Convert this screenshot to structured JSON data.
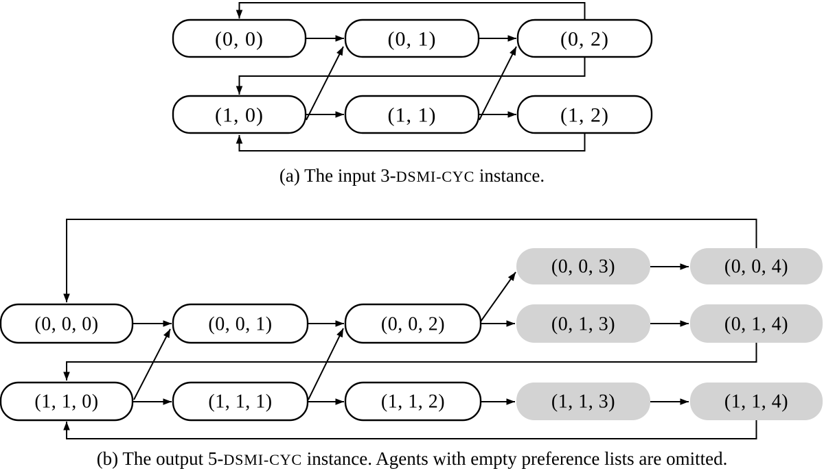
{
  "colors": {
    "background": "#ffffff",
    "node_fill": "#ffffff",
    "node_fill_shaded": "#d3d3d3",
    "node_border": "#000000",
    "edge": "#000000",
    "text": "#000000"
  },
  "captions": {
    "a": {
      "prefix": "(a) The input 3-",
      "smallcaps": "DSMI-CYC",
      "suffix": " instance."
    },
    "b": {
      "prefix": "(b) The output 5-",
      "smallcaps": "DSMI-CYC",
      "suffix": " instance. Agents with empty preference lists are omitted."
    }
  },
  "panel_a": {
    "nodes": [
      {
        "id": "a-0-0",
        "label": "(0, 0)",
        "shaded": false
      },
      {
        "id": "a-0-1",
        "label": "(0, 1)",
        "shaded": false
      },
      {
        "id": "a-0-2",
        "label": "(0, 2)",
        "shaded": false
      },
      {
        "id": "a-1-0",
        "label": "(1, 0)",
        "shaded": false
      },
      {
        "id": "a-1-1",
        "label": "(1, 1)",
        "shaded": false
      },
      {
        "id": "a-1-2",
        "label": "(1, 2)",
        "shaded": false
      }
    ],
    "edges": [
      {
        "from": "(0, 0)",
        "to": "(0, 1)"
      },
      {
        "from": "(0, 1)",
        "to": "(0, 2)"
      },
      {
        "from": "(1, 0)",
        "to": "(1, 1)"
      },
      {
        "from": "(1, 1)",
        "to": "(1, 2)"
      },
      {
        "from": "(1, 0)",
        "to": "(0, 1)"
      },
      {
        "from": "(1, 1)",
        "to": "(0, 2)"
      },
      {
        "from": "(0, 2)",
        "to": "(0, 0)"
      },
      {
        "from": "(0, 2)",
        "to": "(1, 0)"
      },
      {
        "from": "(1, 2)",
        "to": "(1, 0)"
      }
    ]
  },
  "panel_b": {
    "nodes": [
      {
        "id": "b-0-0-0",
        "label": "(0, 0, 0)",
        "shaded": false
      },
      {
        "id": "b-0-0-1",
        "label": "(0, 0, 1)",
        "shaded": false
      },
      {
        "id": "b-0-0-2",
        "label": "(0, 0, 2)",
        "shaded": false
      },
      {
        "id": "b-0-0-3",
        "label": "(0, 0, 3)",
        "shaded": true
      },
      {
        "id": "b-0-0-4",
        "label": "(0, 0, 4)",
        "shaded": true
      },
      {
        "id": "b-0-1-3",
        "label": "(0, 1, 3)",
        "shaded": true
      },
      {
        "id": "b-0-1-4",
        "label": "(0, 1, 4)",
        "shaded": true
      },
      {
        "id": "b-1-1-0",
        "label": "(1, 1, 0)",
        "shaded": false
      },
      {
        "id": "b-1-1-1",
        "label": "(1, 1, 1)",
        "shaded": false
      },
      {
        "id": "b-1-1-2",
        "label": "(1, 1, 2)",
        "shaded": false
      },
      {
        "id": "b-1-1-3",
        "label": "(1, 1, 3)",
        "shaded": true
      },
      {
        "id": "b-1-1-4",
        "label": "(1, 1, 4)",
        "shaded": true
      }
    ],
    "edges": [
      {
        "from": "(0, 0, 0)",
        "to": "(0, 0, 1)"
      },
      {
        "from": "(0, 0, 1)",
        "to": "(0, 0, 2)"
      },
      {
        "from": "(0, 0, 2)",
        "to": "(0, 0, 3)"
      },
      {
        "from": "(0, 0, 2)",
        "to": "(0, 1, 3)"
      },
      {
        "from": "(0, 0, 3)",
        "to": "(0, 0, 4)"
      },
      {
        "from": "(0, 1, 3)",
        "to": "(0, 1, 4)"
      },
      {
        "from": "(1, 1, 0)",
        "to": "(1, 1, 1)"
      },
      {
        "from": "(1, 1, 1)",
        "to": "(1, 1, 2)"
      },
      {
        "from": "(1, 1, 2)",
        "to": "(1, 1, 3)"
      },
      {
        "from": "(1, 1, 3)",
        "to": "(1, 1, 4)"
      },
      {
        "from": "(1, 1, 0)",
        "to": "(0, 0, 1)"
      },
      {
        "from": "(1, 1, 1)",
        "to": "(0, 0, 2)"
      },
      {
        "from": "(0, 0, 4)",
        "to": "(0, 0, 0)"
      },
      {
        "from": "(0, 1, 4)",
        "to": "(1, 1, 0)"
      },
      {
        "from": "(1, 1, 4)",
        "to": "(1, 1, 0)"
      }
    ]
  }
}
